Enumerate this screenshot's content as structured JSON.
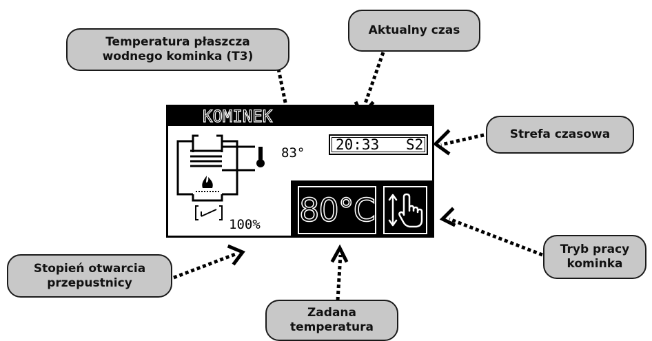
{
  "lcd": {
    "title": "KOMINEK",
    "t3_temperature": "83°",
    "clock": "20:33",
    "time_zone": "S2",
    "setpoint": "80°C",
    "damper": "100%"
  },
  "callouts": {
    "t3": "Temperatura płaszcza\nwodnego kominka (T3)",
    "time": "Aktualny czas",
    "zone": "Strefa czasowa",
    "mode": "Tryb pracy\nkominka",
    "setpoint": "Zadana\ntemperatura",
    "damper": "Stopień otwarcia\nprzepustnicy"
  },
  "colors": {
    "callout_fill": "#c8c8c8",
    "lcd_fg": "#000000",
    "lcd_bg": "#ffffff"
  },
  "icons": [
    "thermometer-icon",
    "fireplace-icon",
    "flame-icon",
    "damper-icon",
    "hand-mode-icon",
    "arrow-up-down-icon"
  ]
}
